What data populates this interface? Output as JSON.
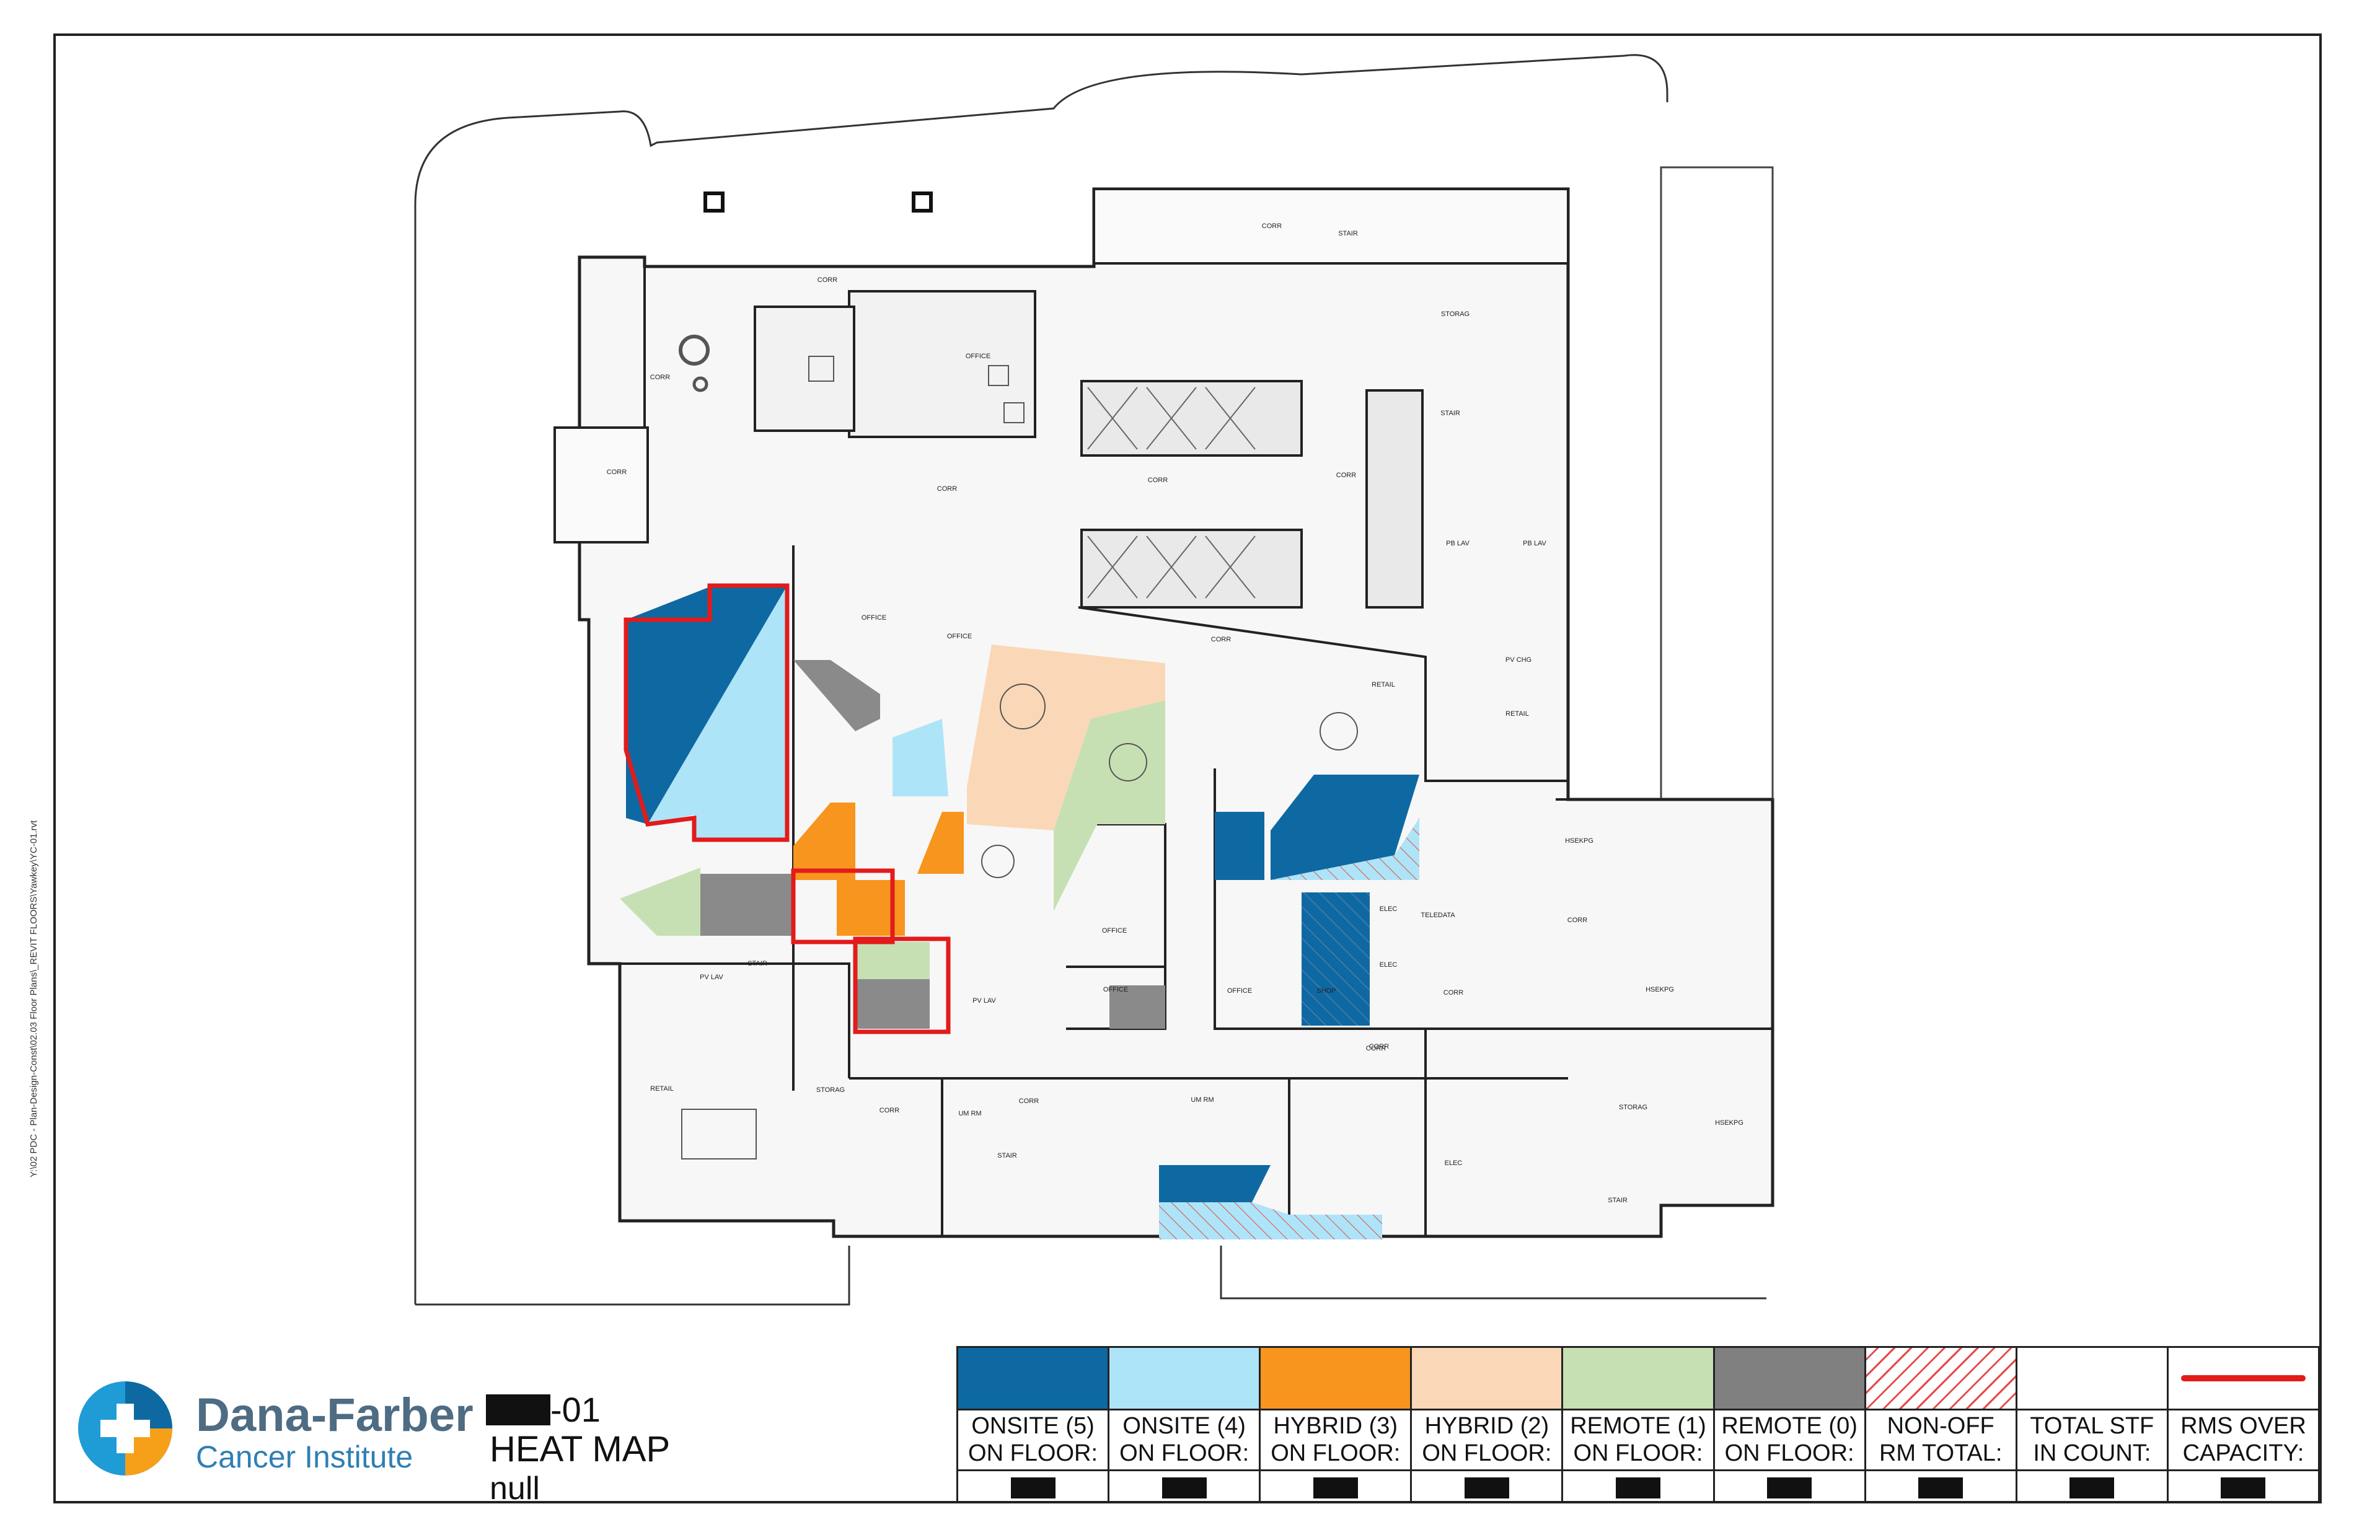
{
  "sheet": {
    "side_note": "Y:\\02 PDC - Plan-Design-Const\\02.03 Floor Plans\\_REVIT FLOORS\\Yawkey\\YC-01.rvt",
    "title_code_suffix": "-01",
    "title": "HEAT MAP",
    "subtitle": "null"
  },
  "brand": {
    "name": "Dana-Farber",
    "sub": "Cancer Institute",
    "colors": {
      "teal": "#1f9bd6",
      "orange": "#f6a01a",
      "navy": "#2b5d8c"
    }
  },
  "legend": [
    {
      "label_1": "ONSITE (5)",
      "label_2": "ON FLOOR:",
      "color": "#0e69a2",
      "pattern": "solid"
    },
    {
      "label_1": "ONSITE (4)",
      "label_2": "ON FLOOR:",
      "color": "#aee4f7",
      "pattern": "solid"
    },
    {
      "label_1": "HYBRID (3)",
      "label_2": "ON FLOOR:",
      "color": "#f7951e",
      "pattern": "solid"
    },
    {
      "label_1": "HYBRID (2)",
      "label_2": "ON FLOOR:",
      "color": "#fad8b7",
      "pattern": "solid"
    },
    {
      "label_1": "REMOTE (1)",
      "label_2": "ON FLOOR:",
      "color": "#c6e0b4",
      "pattern": "solid"
    },
    {
      "label_1": "REMOTE (0)",
      "label_2": "ON FLOOR:",
      "color": "#808080",
      "pattern": "solid"
    },
    {
      "label_1": "NON-OFF",
      "label_2": "RM TOTAL:",
      "color": "#e44a4a",
      "pattern": "hatch"
    },
    {
      "label_1": "TOTAL STF",
      "label_2": "IN COUNT:",
      "color": "#ffffff",
      "pattern": "none"
    },
    {
      "label_1": "RMS OVER",
      "label_2": "CAPACITY:",
      "color": "#e31b1b",
      "pattern": "line"
    }
  ],
  "room_labels": [
    {
      "text": "CORR"
    },
    {
      "text": "CORR"
    },
    {
      "text": "CORR"
    },
    {
      "text": "STAIR"
    },
    {
      "text": "STORAG"
    },
    {
      "text": "OFFICE"
    },
    {
      "text": "CORR"
    },
    {
      "text": "CORR"
    },
    {
      "text": "CORR"
    },
    {
      "text": "STAIR"
    },
    {
      "text": "PB LAV"
    },
    {
      "text": "PB LAV"
    },
    {
      "text": "CORR"
    },
    {
      "text": "OFFICE"
    },
    {
      "text": "OFFICE"
    },
    {
      "text": "CORR"
    },
    {
      "text": "RETAIL"
    },
    {
      "text": "RETAIL"
    },
    {
      "text": "PV CHG"
    },
    {
      "text": "HSEKPG"
    },
    {
      "text": "TELEDATA"
    },
    {
      "text": "ELEC"
    },
    {
      "text": "ELEC"
    },
    {
      "text": "CORR"
    },
    {
      "text": "CORR"
    },
    {
      "text": "HSEKPG"
    },
    {
      "text": "CORR"
    },
    {
      "text": "UM RM"
    },
    {
      "text": "CORR"
    },
    {
      "text": "ELEC"
    },
    {
      "text": "STORAG"
    },
    {
      "text": "HSEKPG"
    },
    {
      "text": "STAIR"
    },
    {
      "text": "RETAIL"
    },
    {
      "text": "STAIR"
    },
    {
      "text": "PV LAV"
    },
    {
      "text": "STORAG"
    },
    {
      "text": "CORR"
    },
    {
      "text": "UM RM"
    },
    {
      "text": "STAIR"
    },
    {
      "text": "CORR"
    },
    {
      "text": "OFFICE"
    },
    {
      "text": "OFFICE"
    },
    {
      "text": "OFFICE"
    },
    {
      "text": "SHOP"
    },
    {
      "text": "PV LAV"
    }
  ]
}
